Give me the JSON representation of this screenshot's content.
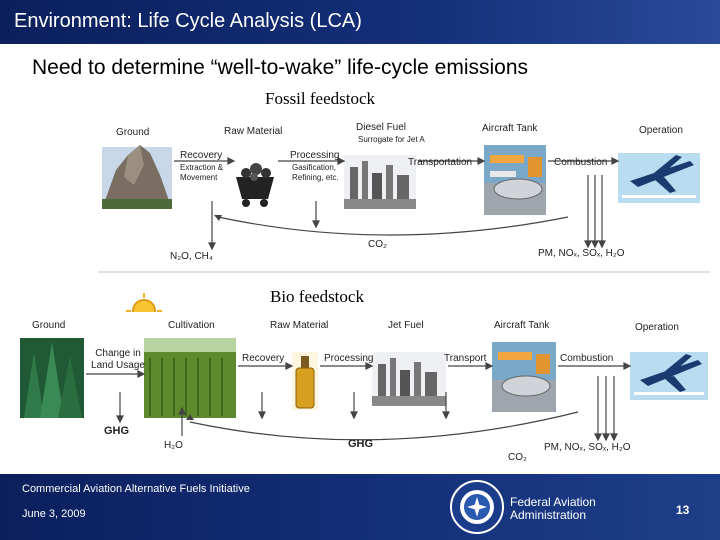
{
  "slide": {
    "title": "Environment: Life Cycle Analysis (LCA)",
    "subtitle": "Need to determine “well-to-wake” life-cycle emissions"
  },
  "fossil": {
    "section_label": "Fossil feedstock",
    "stage_labels": [
      "Ground",
      "Raw Material",
      "Diesel Fuel",
      "Aircraft Tank",
      "Operation"
    ],
    "diesel_note": "Surrogate for Jet A",
    "process_labels": [
      "Recovery",
      "Processing",
      "Transportation",
      "Combustion"
    ],
    "recovery_note": "Extraction & Movement",
    "processing_note": "Gasification, Refining, etc.",
    "emissions": {
      "recovery": "N₂O, CH₄",
      "cycle": "CO₂",
      "combustion": "PM, NOₓ, SOₓ, H₂O"
    }
  },
  "bio": {
    "section_label": "Bio feedstock",
    "stage_labels": [
      "Ground",
      "Cultivation",
      "Raw Material",
      "Jet Fuel",
      "Aircraft Tank",
      "Operation"
    ],
    "land_use": "Change in Land Usage",
    "process_labels": [
      "Recovery",
      "Processing",
      "Transport",
      "Combustion"
    ],
    "emissions": {
      "ground": "GHG",
      "water": "H₂O",
      "processing": "GHG",
      "cycle": "CO₂",
      "combustion": "PM, NOₓ, SOₓ, H₂O"
    }
  },
  "footer": {
    "initiative": "Commercial Aviation Alternative Fuels Initiative",
    "date": "June 3, 2009",
    "agency": "Federal Aviation Administration",
    "page_number": "13"
  },
  "colors": {
    "title_bar": "#0b1f5c",
    "footer": "#14307a",
    "arrow": "#444444"
  }
}
